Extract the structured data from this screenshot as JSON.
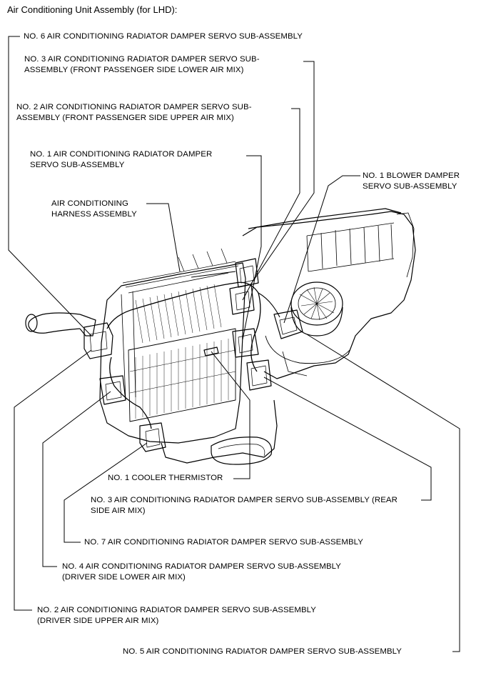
{
  "title": "Air Conditioning Unit Assembly (for LHD):",
  "callouts": [
    {
      "id": "servo6",
      "text": "NO. 6 AIR CONDITIONING RADIATOR DAMPER SERVO SUB-ASSEMBLY"
    },
    {
      "id": "servo3-fp",
      "text": "NO. 3 AIR CONDITIONING RADIATOR DAMPER SERVO SUB-\nASSEMBLY (FRONT PASSENGER SIDE LOWER AIR MIX)"
    },
    {
      "id": "servo2-fp",
      "text": "NO. 2 AIR CONDITIONING RADIATOR DAMPER SERVO SUB-\nASSEMBLY (FRONT PASSENGER SIDE UPPER AIR MIX)"
    },
    {
      "id": "servo1",
      "text": "NO. 1 AIR CONDITIONING RADIATOR DAMPER\nSERVO SUB-ASSEMBLY"
    },
    {
      "id": "blower",
      "text": "NO. 1 BLOWER DAMPER\nSERVO SUB-ASSEMBLY"
    },
    {
      "id": "harness",
      "text": "AIR CONDITIONING\nHARNESS ASSEMBLY"
    },
    {
      "id": "thermistor",
      "text": "NO. 1 COOLER THERMISTOR"
    },
    {
      "id": "servo3-rear",
      "text": "NO. 3 AIR CONDITIONING RADIATOR DAMPER SERVO SUB-ASSEMBLY (REAR\nSIDE AIR MIX)"
    },
    {
      "id": "servo7",
      "text": "NO. 7 AIR CONDITIONING RADIATOR DAMPER SERVO SUB-ASSEMBLY"
    },
    {
      "id": "servo4",
      "text": "NO. 4 AIR CONDITIONING RADIATOR DAMPER SERVO SUB-ASSEMBLY\n(DRIVER SIDE LOWER AIR MIX)"
    },
    {
      "id": "servo2-drv",
      "text": "NO. 2 AIR CONDITIONING RADIATOR DAMPER SERVO SUB-ASSEMBLY\n(DRIVER SIDE UPPER AIR MIX)"
    },
    {
      "id": "servo5",
      "text": "NO. 5 AIR CONDITIONING RADIATOR DAMPER SERVO SUB-ASSEMBLY"
    }
  ]
}
